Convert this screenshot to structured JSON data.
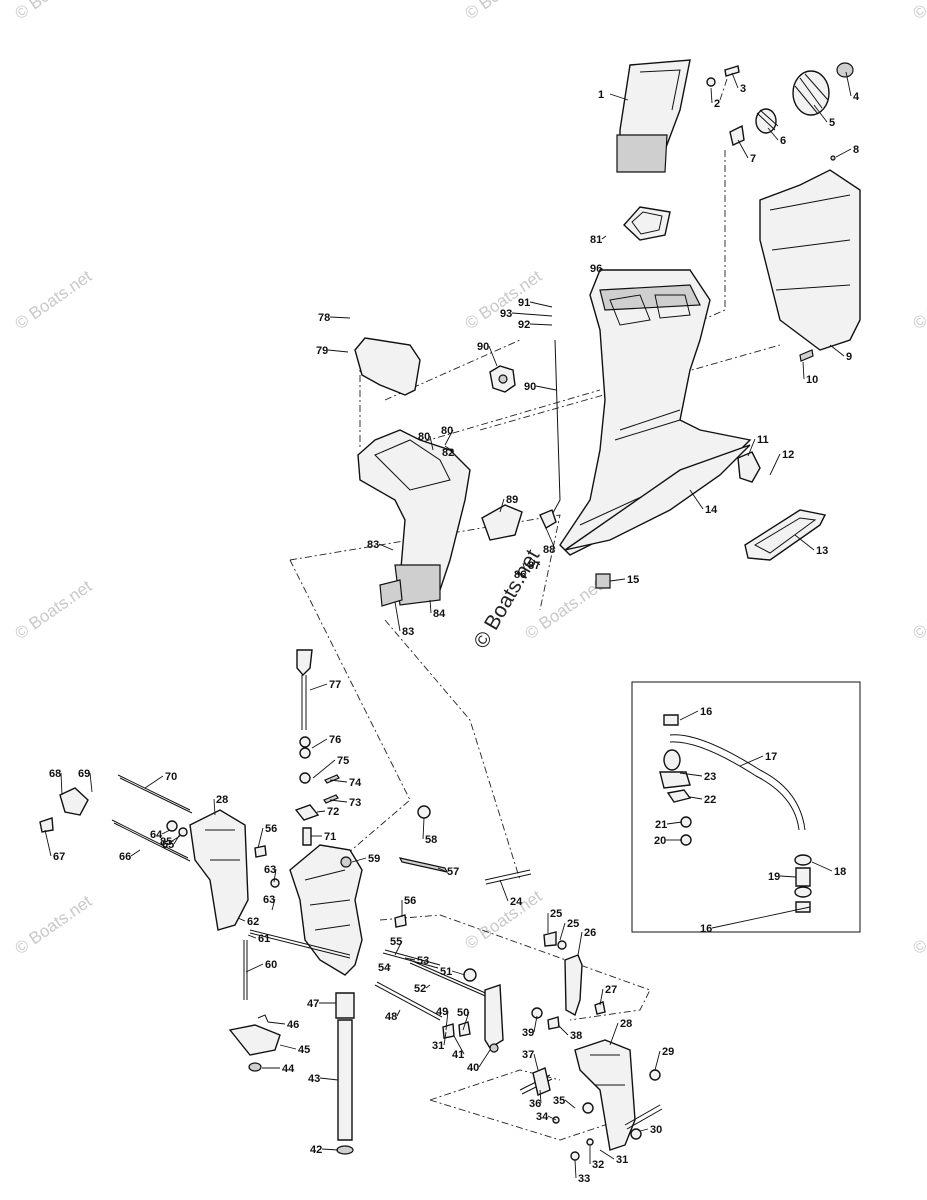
{
  "watermark": "© Boats.net",
  "callouts": [
    "1",
    "2",
    "3",
    "4",
    "5",
    "6",
    "7",
    "8",
    "9",
    "10",
    "11",
    "12",
    "13",
    "14",
    "15",
    "16",
    "16",
    "17",
    "18",
    "19",
    "20",
    "21",
    "22",
    "23",
    "24",
    "25",
    "25",
    "26",
    "27",
    "28",
    "28",
    "29",
    "30",
    "31",
    "31",
    "32",
    "33",
    "34",
    "35",
    "36",
    "37",
    "38",
    "39",
    "40",
    "41",
    "42",
    "43",
    "44",
    "45",
    "46",
    "47",
    "48",
    "49",
    "50",
    "51",
    "52",
    "53",
    "54",
    "55",
    "56",
    "56",
    "57",
    "58",
    "59",
    "60",
    "61",
    "62",
    "63",
    "63",
    "64",
    "65",
    "66",
    "67",
    "68",
    "69",
    "70",
    "71",
    "72",
    "73",
    "74",
    "75",
    "76",
    "77",
    "78",
    "79",
    "80",
    "80",
    "81",
    "82",
    "83",
    "83",
    "84",
    "85",
    "86",
    "87",
    "88",
    "89",
    "90",
    "90",
    "91",
    "92",
    "93",
    "96"
  ],
  "colors": {
    "line": "#111111",
    "fill": "#f2f2f2",
    "shade": "#cfcfcf",
    "watermark": "#c9c9c9"
  }
}
